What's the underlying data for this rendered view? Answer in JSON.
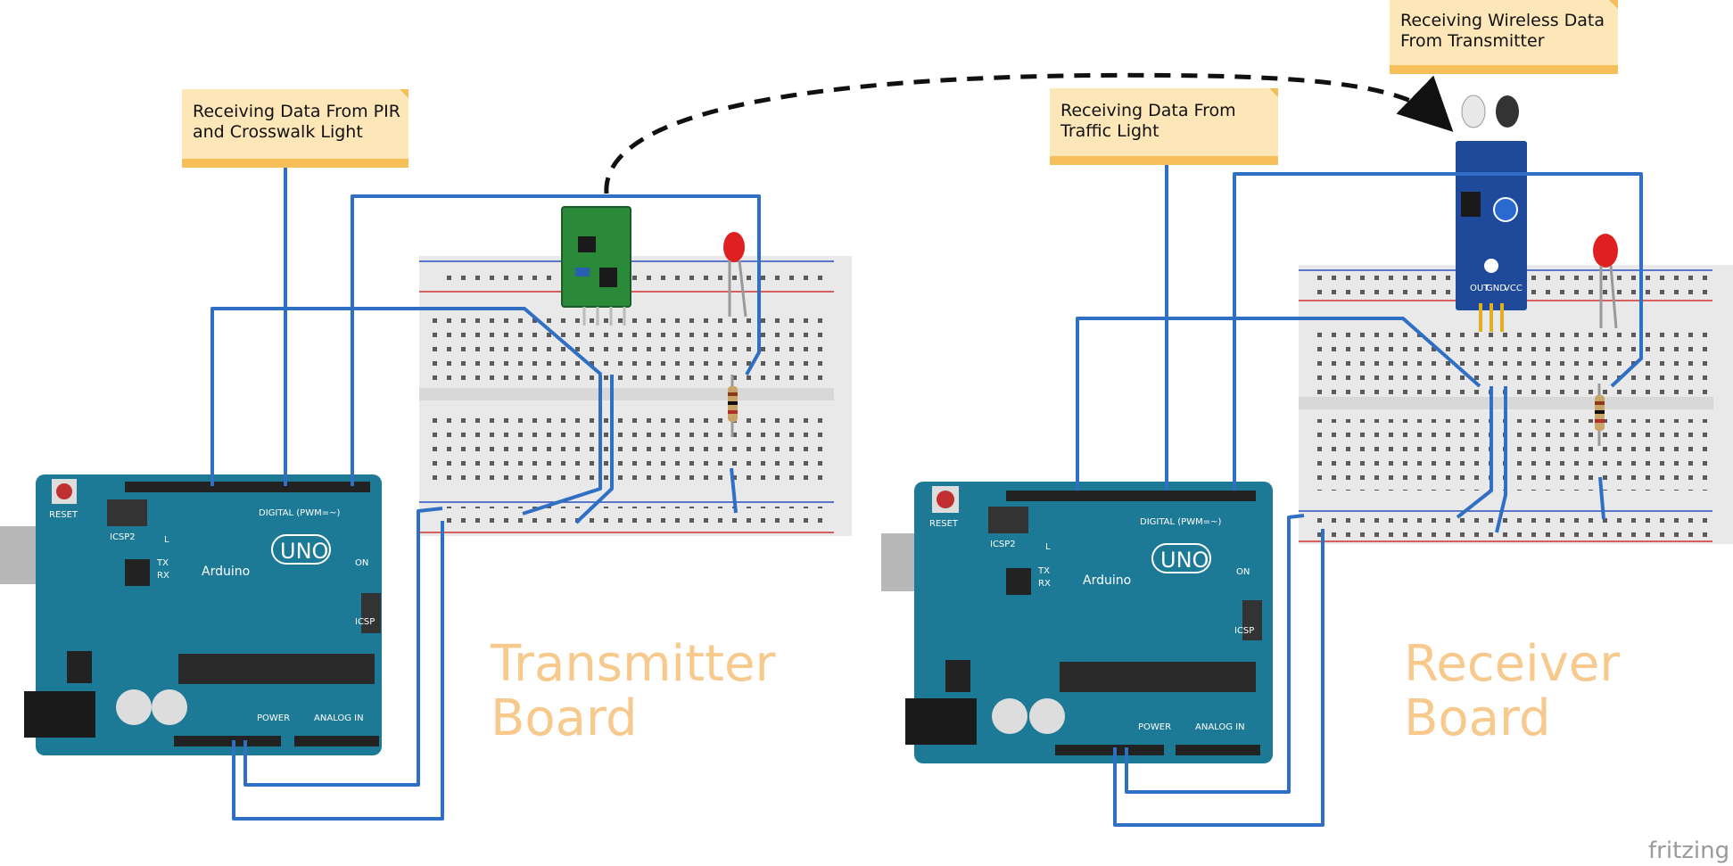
{
  "notes": {
    "pir_line1": "Receiving Data From PIR",
    "pir_line2": "and Crosswalk Light",
    "traffic_line1": "Receiving Data From",
    "traffic_line2": "Traffic Light",
    "wireless_line1": "Receiving Wireless Data",
    "wireless_line2": "From Transmitter"
  },
  "captions": {
    "transmitter_line1": "Transmitter",
    "transmitter_line2": "Board",
    "receiver_line1": "Receiver",
    "receiver_line2": "Board"
  },
  "arduino": {
    "brand": "Arduino",
    "model": "UNO",
    "reset": "RESET",
    "digital": "DIGITAL (PWM=~)",
    "power": "POWER",
    "analog": "ANALOG IN",
    "on": "ON",
    "icsp2": "ICSP2",
    "icsp": "ICSP",
    "l": "L",
    "tx": "TX",
    "rx": "RX"
  },
  "sensor": {
    "out": "OUT",
    "gnd": "GND",
    "vcc": "VCC"
  },
  "footer": "fritzing",
  "colors": {
    "wire": "#2f6fc4",
    "arduino": "#1d7a96",
    "note": "#fde7b8",
    "note_band": "#f6bf5a",
    "caption": "#f7c98c",
    "breadboard": "#e9e9e9",
    "rf_module": "#2a8a3a",
    "ir_sensor": "#1f4a9c",
    "led": "#e02020"
  }
}
